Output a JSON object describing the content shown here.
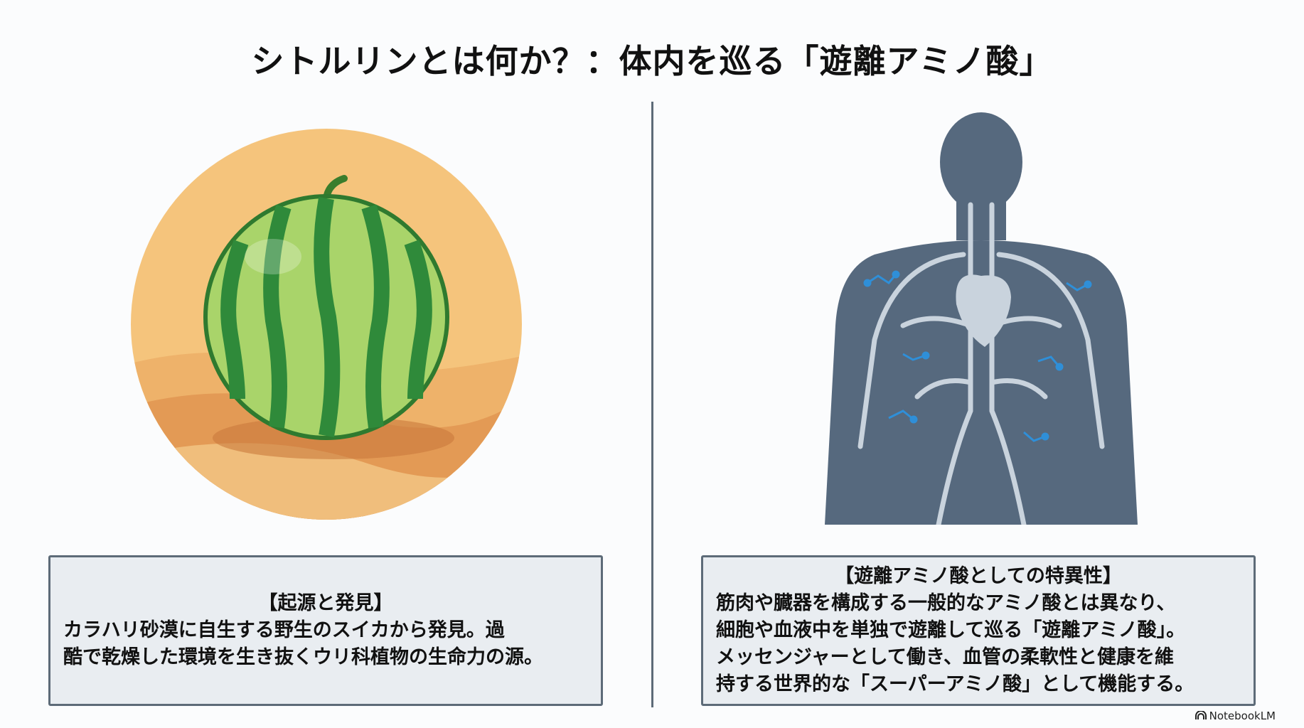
{
  "title": "シトルリンとは何か？：体内を巡る「遊離アミノ酸」",
  "left_panel": {
    "heading": "【起源と発見】",
    "lines": [
      "カラハリ砂漠に自生する野生のスイカから発見。過",
      "酷で乾燥した環境を生き抜くウリ科植物の生命力の源。"
    ]
  },
  "right_panel": {
    "heading": "【遊離アミノ酸としての特異性】",
    "lines": [
      "筋肉や臓器を構成する一般的なアミノ酸とは異なり、",
      "細胞や血液中を単独で遊離して巡る「遊離アミノ酸」。",
      "メッセンジャーとして働き、血管の柔軟性と健康を維",
      "持する世界的な「スーパーアミノ酸」として機能する。"
    ]
  },
  "brand": "NotebookLM",
  "colors": {
    "border": "#5d6b78",
    "box_bg": "#e9edf1",
    "sand": "#f3c57d",
    "body": "#56697e",
    "molecule": "#2f8fd8"
  }
}
